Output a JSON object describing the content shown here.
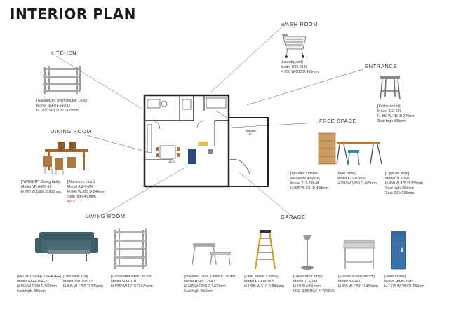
{
  "title": "INTERIOR PLAN",
  "sections": {
    "kitchen": "KITCHEN",
    "dining_room": "DINING ROOM",
    "living_room": "LIVING ROOM",
    "wash_room": "WASH ROOM",
    "entrance": "ENTRANCE",
    "free_space": "FREE SPACE",
    "garage": "GARAGE"
  },
  "floor_plan": {
    "garage_label_1": "Garage",
    "garage_label_2": "140",
    "dining_label": "18.3J"
  },
  "items": {
    "galv_shelf_1430": {
      "name": "[Galvanized shelf Double 1430]",
      "model": "Model SLF01-1430D",
      "size": "H.1430 W.1710 D.425mm"
    },
    "wright_table": {
      "name": "[\"WRIGHT\" Dining table]",
      "model": "Model YR-0423-16",
      "size": "H.720 W.1600 D.850mm"
    },
    "aluminum_chair": {
      "name": "[Aluminum chair]",
      "model": "Model AG-0424",
      "size": "H.840 W.390 D.540mm",
      "extra": "Seat high 450mm",
      "qty": "4pcs"
    },
    "laundry_cart": {
      "name": "[Laundry cart]",
      "model": "Model H20-0140",
      "size": "H.700 W.600 D.450mm"
    },
    "kitchen_stool": {
      "name": "[Kitchen stool]",
      "model": "Model 112-281",
      "size": "H.480 W.415 D.270mm",
      "extra": "Seat high 435mm"
    },
    "wooden_cabinet": {
      "name": "[Wooden cabinet",
      "name2": "w/casters 4layers]",
      "model": "Model 113-296-4L",
      "size": "H.805 W.330 D.460mm"
    },
    "beer_table": {
      "name": "[Beer table]",
      "model": "Model F21-02869",
      "size": "H.750 W.1250 D.495mm"
    },
    "light_stool": {
      "name": "[Light-45 stool]",
      "model": "Model 113-300",
      "size": "H.450 W.375 D.375mm",
      "extra": "Seat high 450mm",
      "extra2": "Seat 290×290mm"
    },
    "velvet_sofa": {
      "name": "[VELVET SOFA 2 SEATER]",
      "model": "Model G844-854-2",
      "size": "H.860 W.1680 D.900mm",
      "extra": "Seat high 480mm"
    },
    "low_table": {
      "name": "[Low table 120]",
      "model": "Model 100-192-12",
      "size": "H.405 W.1255 D.525mm"
    },
    "galv_shelf_double": {
      "name": "[Galvanized shelf Double]",
      "model": "Model SLF01-D",
      "size": "H.1930 W.1710 D.425mm"
    },
    "stainless_bench": {
      "name": "[Stainless table & bench Double]",
      "model": "Model H945-12540",
      "size": "H.743 W.1250 D.1400mm",
      "extra": "Seat high 450mm"
    },
    "fiber_ladder": {
      "name": "[Fiber ladder 5 steps]",
      "model": "Model H19-0015-5",
      "size": "H.1305 W.510 D.845mm"
    },
    "galv_lamp": {
      "name": "[Galvanized lamp]",
      "model": "Model 113-288",
      "size": "H.1030 φ260mm",
      "extra": "LED 電球 MAX 4.4W/E26"
    },
    "stainless_workbench": {
      "name": "[Stainless work bench]",
      "model": "Model Y-0447",
      "size": "H.955 W.1250 D.455mm"
    },
    "steel_locker": {
      "name": "[Steel locker]",
      "model": "Model H845-1045",
      "size": "H.1375 W.380 D.380mm"
    }
  },
  "colors": {
    "accent_red": "#c0392b",
    "wood": "#b07840",
    "teal": "#3d6e78",
    "navy": "#2b4a7a"
  }
}
